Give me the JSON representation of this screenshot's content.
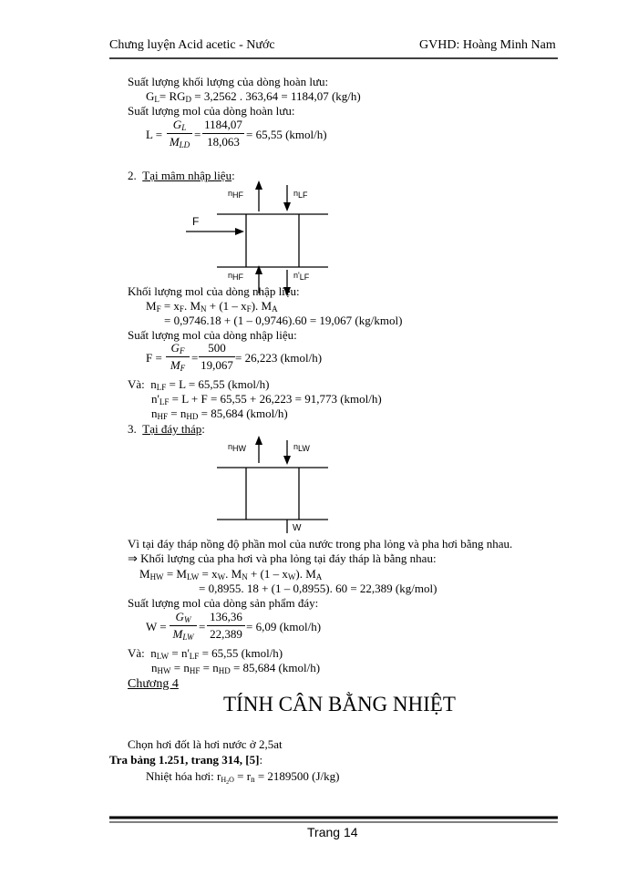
{
  "header": {
    "left": "Chưng luyện Acid acetic - Nước",
    "right": "GVHD: Hoàng Minh Nam"
  },
  "reflux": {
    "mass_label": "Suất lượng khối lượng của dòng hoàn lưu:",
    "gl_eq": "= RG",
    "gl_rest": " = 3,2562 . 363,64 = 1184,07 (kg/h)",
    "mol_label": "Suất lượng mol của dòng hoàn lưu:",
    "L_lhs": "L =",
    "L_num_var": "G",
    "L_num_sub": "L",
    "L_den_var": "M",
    "L_den_sub": "LD",
    "L_num2": "1184,07",
    "L_den2": "18,063",
    "L_result": "= 65,55 (kmol/h)"
  },
  "section2": {
    "number": "2.",
    "title": "Tại mâm nhập liệu",
    "colon": ":",
    "diagram": {
      "top_left": "n",
      "top_left_sub": "HF",
      "top_right": "n",
      "top_right_sub": "LF",
      "feed": "F",
      "bot_left": "n",
      "bot_left_sub": "HF",
      "bot_right": "n'",
      "bot_right_sub": "LF"
    },
    "mf_label": "Khối lượng mol của dòng nhập liệu:",
    "mf_line1": "= x",
    "mf_line1b": ". M",
    "mf_line1c": " + (1 – x",
    "mf_line1d": "). M",
    "mf_line2": "= 0,9746.18 + (1 – 0,9746).60 = 19,067 (kg/kmol)",
    "f_label": "Suất lượng mol của dòng nhập liệu:",
    "F_lhs": "F =",
    "F_num_var": "G",
    "F_num_sub": "F",
    "F_den_var": "M",
    "F_den_sub": "F",
    "F_num2": "500",
    "F_den2": "19,067",
    "F_result": "= 26,223 (kmol/h)",
    "va1": "Và:",
    "va1_rest": " = L = 65,55 (kmol/h)",
    "va2_rest": " = L + F = 65,55 + 26,223 =  91,773 (kmol/h)",
    "va3_rest": " = n",
    "va3_end": " = 85,684 (kmol/h)"
  },
  "section3": {
    "number": "3.",
    "title": "Tại đáy tháp",
    "colon": ":",
    "diagram": {
      "top_left": "n",
      "top_left_sub": "HW",
      "top_right": "n",
      "top_right_sub": "LW",
      "bottom": "W"
    },
    "line1": "Vì tại đáy tháp nồng độ phần mol của nước trong pha lỏng và pha hơi bằng nhau.",
    "line2": "⇒ Khối lượng của pha hơi và pha lỏng tại đáy tháp là bằng nhau:",
    "mhw_a": " = M",
    "mhw_b": " =  x",
    "mhw_c": ". M",
    "mhw_d": " + (1 – x",
    "mhw_e": "). M",
    "mhw_line2": "=  0,8955. 18 + (1 – 0,8955). 60 = 22,389 (kg/mol)",
    "w_label": "Suất lượng mol của dòng sản phẩm đáy:",
    "W_lhs": "W =",
    "W_num_var": "G",
    "W_num_sub": "W",
    "W_den_var": "M",
    "W_den_sub": "LW",
    "W_num2": "136,36",
    "W_den2": "22,389",
    "W_result": "= 6,09 (kmol/h)",
    "va1": "Và:",
    "va1_rest": " = n'",
    "va1_end": " = 65,55 (kmol/h)",
    "va2_rest": " = n",
    "va2_mid": " = n",
    "va2_end": " =  85,684 (kmol/h)"
  },
  "chapter": {
    "label": "Chương 4",
    "title": "TÍNH CÂN BẰNG NHIỆT"
  },
  "heat": {
    "line1": "Chọn hơi đốt là hơi nước ở 2,5at",
    "line2": "Tra bảng 1.251, trang 314, [5]",
    "line2_colon": ":",
    "line3": "Nhiệt hóa hơi:  r",
    "line3_sub1": "H",
    "line3_sub2": "2",
    "line3_sub3": "O",
    "line3_mid": " = r",
    "line3_sub4": "n",
    "line3_end": " = 2189500 (J/kg)"
  },
  "footer": {
    "page": "Trang 14"
  }
}
